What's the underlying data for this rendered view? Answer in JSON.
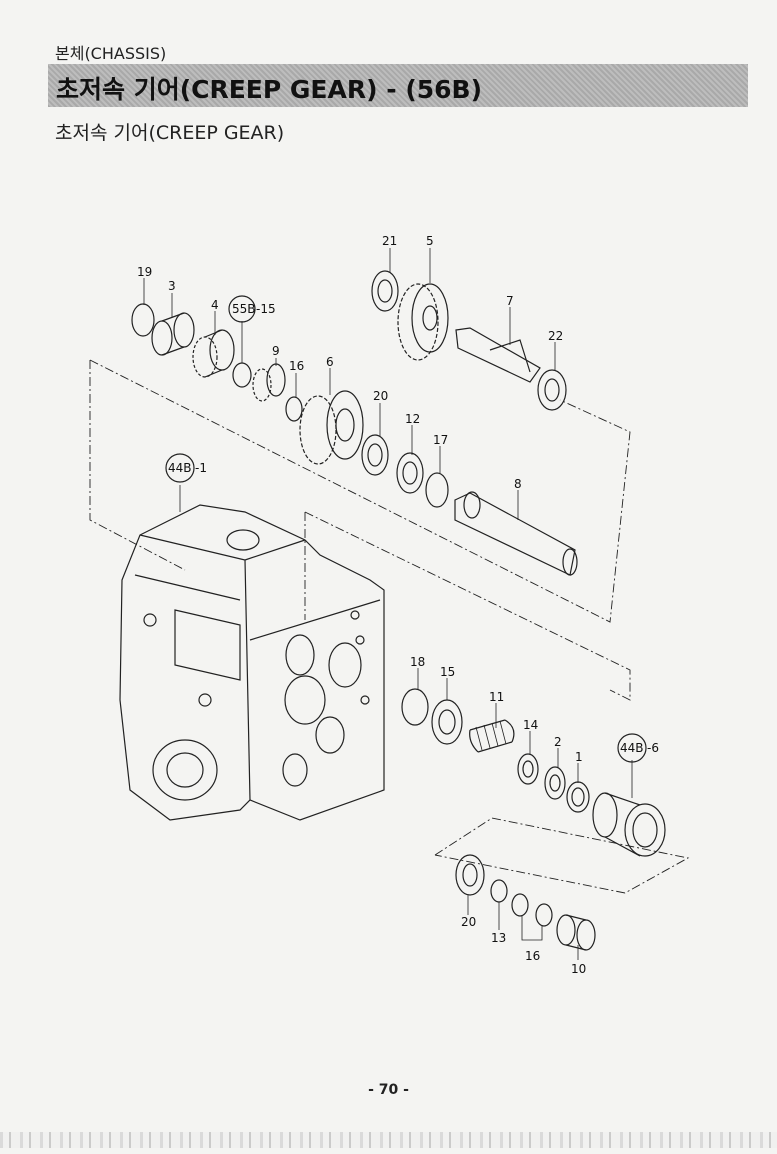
{
  "header": {
    "section": "본체(CHASSIS)",
    "title": "초저속 기어(CREEP GEAR) - (56B)",
    "subtitle": "초저속 기어(CREEP GEAR)"
  },
  "callouts": {
    "p19": "19",
    "p3": "3",
    "p4": "4",
    "ref55b_circle": "55B",
    "ref55b_suffix": "-15",
    "p9": "9",
    "p16a": "16",
    "p6": "6",
    "p21": "21",
    "p5": "5",
    "p7": "7",
    "p22": "22",
    "p20a": "20",
    "p12": "12",
    "p17": "17",
    "p8": "8",
    "ref44b1_circle": "44B",
    "ref44b1_suffix": "-1",
    "p18": "18",
    "p15": "15",
    "p11": "11",
    "p14": "14",
    "p2": "2",
    "p1": "1",
    "ref44b6_circle": "44B",
    "ref44b6_suffix": "-6",
    "p20b": "20",
    "p13": "13",
    "p16b": "16",
    "p10": "10"
  },
  "footer": {
    "page_number": "- 70 -"
  }
}
